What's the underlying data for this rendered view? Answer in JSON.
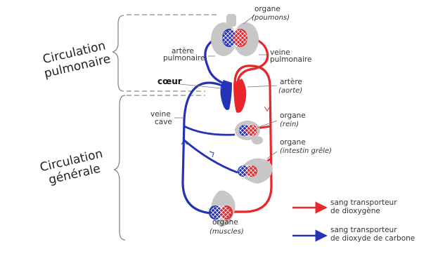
{
  "sections": {
    "pulmonary": [
      "Circulation",
      "pulmonaire"
    ],
    "general": [
      "Circulation",
      "générale"
    ]
  },
  "labels": {
    "lungs": [
      "organe",
      "(poumons)"
    ],
    "pulmonary_artery": [
      "artère",
      "pulmonaire"
    ],
    "pulmonary_vein": [
      "veine",
      "pulmonaire"
    ],
    "heart": "cœur",
    "aorta": [
      "artère",
      "(aorte)"
    ],
    "vena_cava": [
      "veine",
      "cave"
    ],
    "kidney": [
      "organe",
      "(rein)"
    ],
    "intestine": [
      "organe",
      "(intestin grêle)"
    ],
    "muscles": [
      "organe",
      "(muscles)"
    ]
  },
  "legend": {
    "oxygen": [
      "sang transporteur",
      "de dioxygène"
    ],
    "co2": [
      "sang transporteur",
      "de dioxyde de carbone"
    ]
  },
  "colors": {
    "oxygenated": "#e8262b",
    "deoxygenated": "#2432b8",
    "organ": "#c7c7c7",
    "bracket": "#888888"
  }
}
